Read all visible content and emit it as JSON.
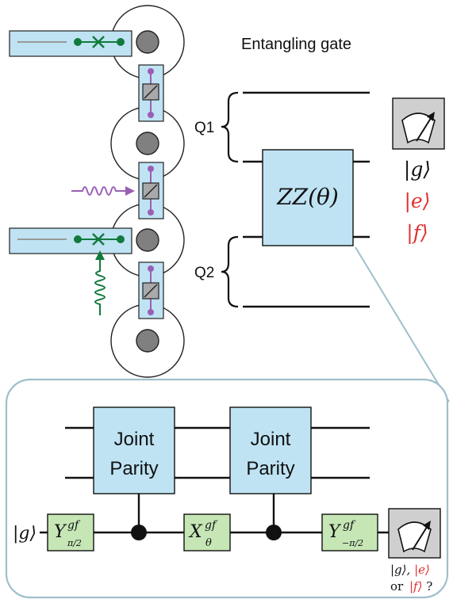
{
  "title": "Entangling gate",
  "qubits": {
    "q1": "Q1",
    "q2": "Q2"
  },
  "gate": {
    "main": "ZZ(θ)"
  },
  "readout_states": {
    "g": "|g⟩",
    "e": "|e⟩",
    "f": "|f⟩"
  },
  "inset": {
    "parity_line1": "Joint",
    "parity_line2": "Parity",
    "input_state": "|g⟩",
    "pulse1": {
      "base": "Y",
      "sup": "gf",
      "sub": "π/2"
    },
    "pulse2": {
      "base": "X",
      "sup": "gf",
      "sub": "θ"
    },
    "pulse3": {
      "base": "Y",
      "sup": "gf",
      "sub": "−π/2"
    },
    "result_line1_g": "|g⟩,",
    "result_line1_e": "|e⟩",
    "result_line2_or": "or",
    "result_line2_f": "|f⟩",
    "result_line2_q": "?"
  },
  "colors": {
    "accent_blue": "#bfe3f3",
    "pulse_green": "#c6e6b6",
    "state_red": "#e03030",
    "coupler_purple": "#9a5fb5",
    "readout_green": "#127a3c",
    "meter_gray": "#cfcfcf",
    "node_gray": "#808080"
  }
}
